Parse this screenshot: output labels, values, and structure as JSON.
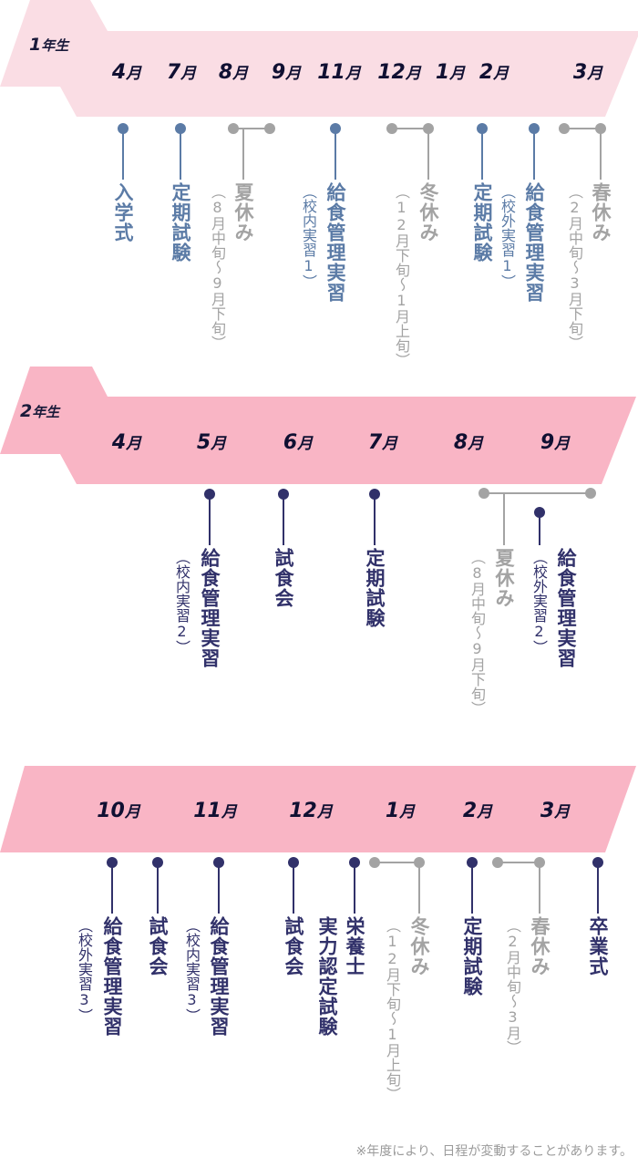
{
  "colors": {
    "year1_banner": "#fadde4",
    "year23_banner": "#f9b5c5",
    "year1_event": "#5b7ba6",
    "year23_event": "#31316a",
    "holiday": "#a3a3a3",
    "month_text": "#101032",
    "note_text": "#9b9b9b"
  },
  "year1": {
    "label_num": "1",
    "label_text": "年生",
    "months": [
      "4",
      "7",
      "8",
      "9",
      "11",
      "12",
      "1",
      "2",
      "3"
    ],
    "month_suffix": "月",
    "events": [
      {
        "main": "入学式",
        "sub": ""
      },
      {
        "main": "定期試験",
        "sub": ""
      },
      {
        "main": "夏休み",
        "sub": "（8月中旬～9月下旬）",
        "holiday": true
      },
      {
        "main": "給食管理実習",
        "sub": "（校内実習1）"
      },
      {
        "main": "冬休み",
        "sub": "（12月下旬～1月上旬）",
        "holiday": true
      },
      {
        "main": "定期試験",
        "sub": ""
      },
      {
        "main": "給食管理実習",
        "sub": "（校外実習1）"
      },
      {
        "main": "春休み",
        "sub": "（2月中旬～3月下旬）",
        "holiday": true
      }
    ]
  },
  "year2": {
    "label_num": "2",
    "label_text": "年生",
    "months": [
      "4",
      "5",
      "6",
      "7",
      "8",
      "9"
    ],
    "month_suffix": "月",
    "events": [
      {
        "main": "給食管理実習",
        "sub": "（校内実習2）"
      },
      {
        "main": "試食会",
        "sub": ""
      },
      {
        "main": "定期試験",
        "sub": ""
      },
      {
        "main": "夏休み",
        "sub": "（8月中旬～9月下旬）",
        "holiday": true
      },
      {
        "main": "給食管理実習",
        "sub": "（校外実習2）"
      }
    ]
  },
  "year2b": {
    "months": [
      "10",
      "11",
      "12",
      "1",
      "2",
      "3"
    ],
    "month_suffix": "月",
    "events": [
      {
        "main": "給食管理実習",
        "sub": "（校外実習3）"
      },
      {
        "main": "試食会",
        "sub": ""
      },
      {
        "main": "給食管理実習",
        "sub": "（校内実習3）"
      },
      {
        "main": "試食会",
        "sub": ""
      },
      {
        "main": "栄養士",
        "sub2": "実力認定試験"
      },
      {
        "main": "冬休み",
        "sub": "（12月下旬～1月上旬）",
        "holiday": true
      },
      {
        "main": "定期試験",
        "sub": ""
      },
      {
        "main": "春休み",
        "sub": "（2月中旬～3月）",
        "holiday": true
      },
      {
        "main": "卒業式",
        "sub": ""
      }
    ]
  },
  "note": "※年度により、日程が変動することがあります。"
}
